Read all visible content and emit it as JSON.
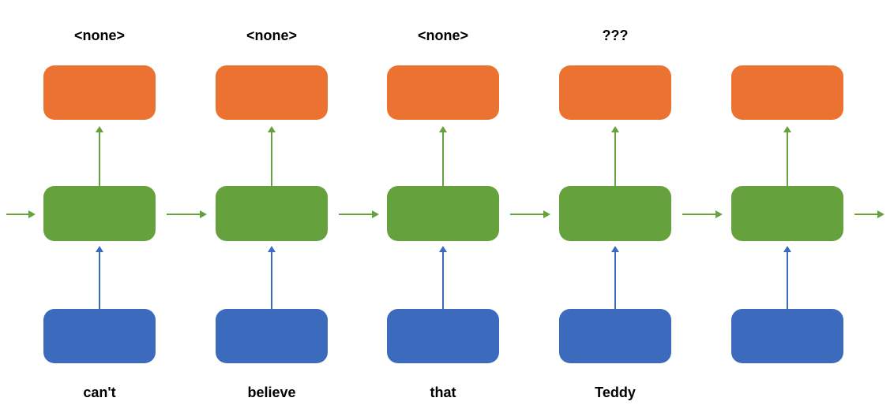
{
  "diagram": {
    "type": "rnn-unrolled-sequence",
    "colors": {
      "output_box": "#EC7231",
      "hidden_state_box": "#65A23D",
      "input_box": "#3C6ABD",
      "output_arrow": "#65A23D",
      "recurrent_arrow": "#65A23D",
      "input_arrow": "#3C6ABD",
      "label_text": "#000000",
      "background": "#FFFFFF"
    },
    "columns": [
      {
        "output_label": "<none>",
        "input_label": "can't"
      },
      {
        "output_label": "<none>",
        "input_label": "believe"
      },
      {
        "output_label": "<none>",
        "input_label": "that"
      },
      {
        "output_label": "???",
        "input_label": "Teddy"
      },
      {
        "output_label": "",
        "input_label": ""
      }
    ]
  }
}
